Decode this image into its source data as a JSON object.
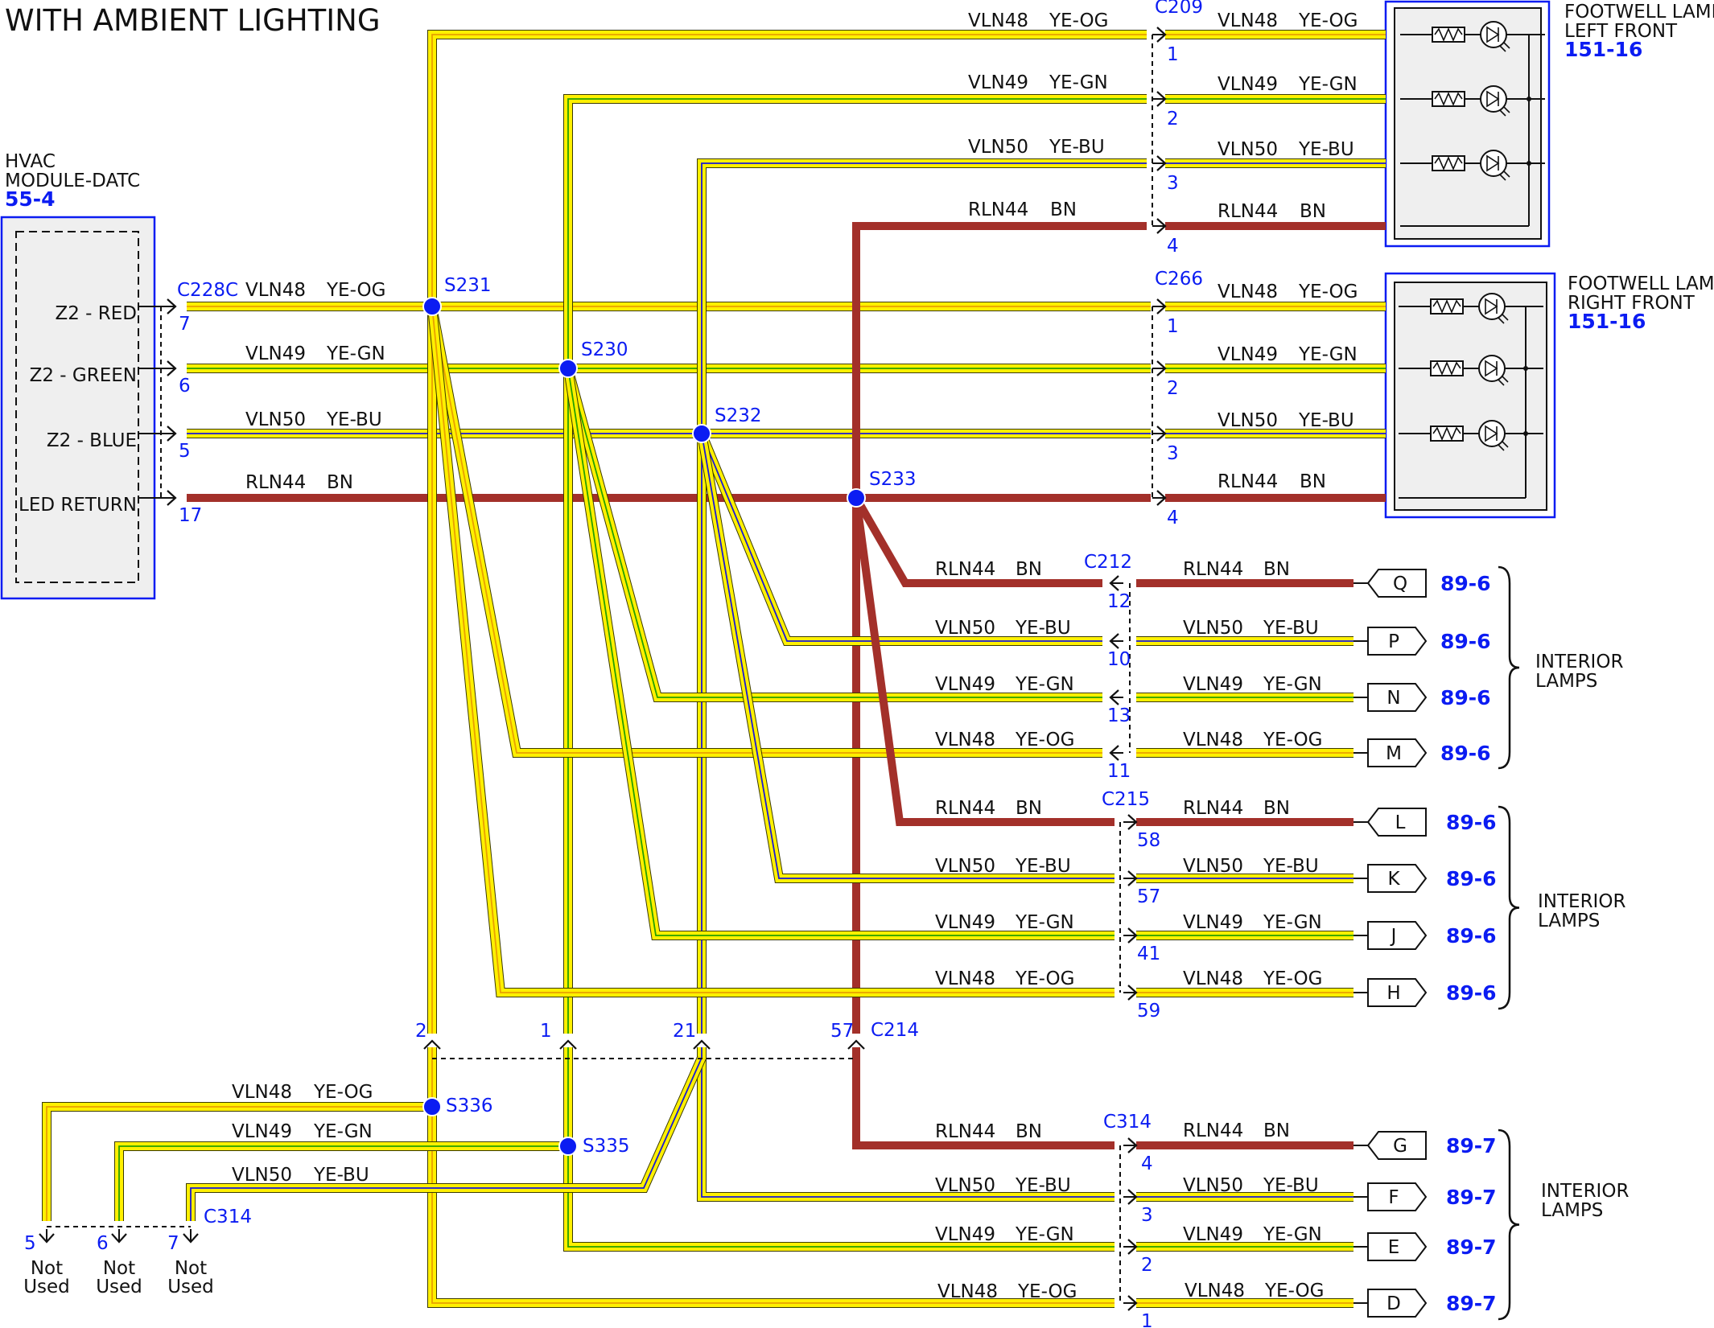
{
  "title": "WITH AMBIENT LIGHTING",
  "colors": {
    "yellow": "#fff000",
    "yellow_outline": "#3a3a00",
    "green": "#25a000",
    "blue": "#1818d8",
    "orange": "#e8a000",
    "brown": "#a3302a",
    "connector_blue": "#0b1cf2",
    "splice": "#0b1cf2",
    "box_fill": "#efefef"
  },
  "hvac": {
    "name_line1": "HVAC",
    "name_line2": "MODULE-DATC",
    "ref": "55-4",
    "connector": "C228C",
    "pins": [
      {
        "label": "Z2 - RED",
        "pin": "7"
      },
      {
        "label": "Z2 - GREEN",
        "pin": "6"
      },
      {
        "label": "Z2 - BLUE",
        "pin": "5"
      },
      {
        "label": "LED RETURN",
        "pin": "17"
      }
    ]
  },
  "footwell_left": {
    "name_line1": "FOOTWELL LAMP,",
    "name_line2": "LEFT FRONT",
    "ref": "151-16",
    "connector": "C209",
    "pins": [
      "1",
      "2",
      "3",
      "4"
    ]
  },
  "footwell_right": {
    "name_line1": "FOOTWELL LAMP,",
    "name_line2": "RIGHT FRONT",
    "ref": "151-16",
    "connector": "C266",
    "pins": [
      "1",
      "2",
      "3",
      "4"
    ]
  },
  "splices": [
    "S231",
    "S230",
    "S232",
    "S233",
    "S336",
    "S335"
  ],
  "wires": [
    {
      "circuit": "VLN48",
      "color": "YE-OG"
    },
    {
      "circuit": "VLN49",
      "color": "YE-GN"
    },
    {
      "circuit": "VLN50",
      "color": "YE-BU"
    },
    {
      "circuit": "RLN44",
      "color": "BN"
    }
  ],
  "c212": {
    "connector": "C212",
    "pins": [
      "12",
      "10",
      "13",
      "11"
    ],
    "terminals": [
      "Q",
      "P",
      "N",
      "M"
    ],
    "ref": "89-6"
  },
  "c215": {
    "connector": "C215",
    "pins": [
      "58",
      "57",
      "41",
      "59"
    ],
    "terminals": [
      "L",
      "K",
      "J",
      "H"
    ],
    "ref": "89-6"
  },
  "c314r": {
    "connector": "C314",
    "pins": [
      "4",
      "3",
      "2",
      "1"
    ],
    "terminals": [
      "G",
      "F",
      "E",
      "D"
    ],
    "ref": "89-7"
  },
  "interior_label_line1": "INTERIOR",
  "interior_label_line2": "LAMPS",
  "c214": {
    "connector": "C214",
    "pins": [
      "2",
      "1",
      "21",
      "57"
    ]
  },
  "c314l": {
    "connector": "C314",
    "pins": [
      "5",
      "6",
      "7"
    ],
    "not_used_line1": "Not",
    "not_used_line2": "Used"
  }
}
